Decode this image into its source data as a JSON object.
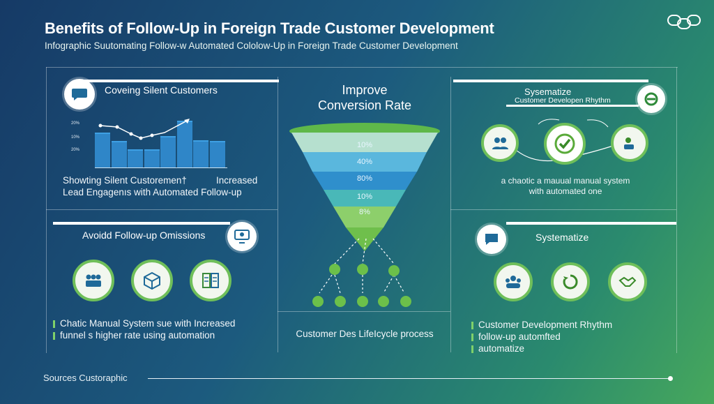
{
  "header": {
    "title": "Benefits of Follow-Up in Foreign Trade Customer Development",
    "subtitle": "Infographic Suutomating Follow-w  Automated Cololow-Up in  Foreign  Trade Customer Development"
  },
  "panel_top_left": {
    "title": "Coveing Silent Customers",
    "axis_ticks": [
      "20%",
      "10%",
      "20%"
    ],
    "chart_values": [
      40,
      30,
      20,
      20,
      36,
      54,
      31,
      30
    ],
    "caption_line1": "Showting Silent Custoremen†",
    "caption_line1b": "Increased",
    "caption_line2": "Lead Engagenıs  with Automated Follow-up"
  },
  "panel_center": {
    "title_line1": "Improve",
    "title_line2": "Conversion Rate",
    "funnel_labels": [
      "10%",
      "40%",
      "80%",
      "10%",
      "8%"
    ],
    "caption": "Customer Des LifeIcycle process"
  },
  "panel_top_right": {
    "title_line1": "Sysematize",
    "title_line2": "Customer Developen Rhythm",
    "caption_line1": "a chaotic  a mauual  manual  system",
    "caption_line2": "with automated one"
  },
  "panel_bottom_left": {
    "title": "Avoidd Follow-up Omissions",
    "bullet1": "Chatic Manual System sue with Increased",
    "bullet2": "funnel s higher rate  using automation"
  },
  "panel_bottom_right": {
    "title": "Systematize",
    "bullet1": "Customer Development Rhythm",
    "bullet2": "follow-up automfted",
    "bullet3": "automatize"
  },
  "footer": {
    "source": "Sources Custoraphic"
  },
  "colors": {
    "accent_green": "#6fbf5a",
    "bar_blue": "#2f86c8"
  }
}
